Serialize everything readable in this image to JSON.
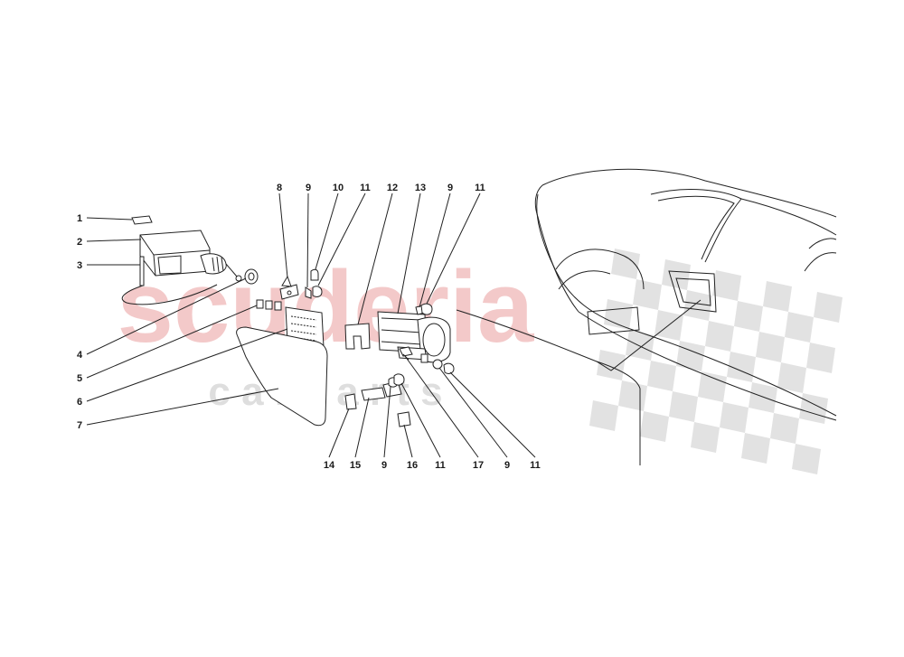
{
  "watermark": {
    "brand": "scuderia",
    "sub": "c a r   p a r t s",
    "brand_color": "#f3c9c9",
    "sub_color": "#dedede",
    "checker_color": "#cfcfcf"
  },
  "labels": {
    "left": [
      "1",
      "2",
      "3",
      "4",
      "5",
      "6",
      "7"
    ],
    "top": [
      "8",
      "9",
      "10",
      "11",
      "12",
      "13",
      "9",
      "11"
    ],
    "bottom": [
      "14",
      "15",
      "9",
      "16",
      "11",
      "17",
      "9",
      "11"
    ]
  }
}
